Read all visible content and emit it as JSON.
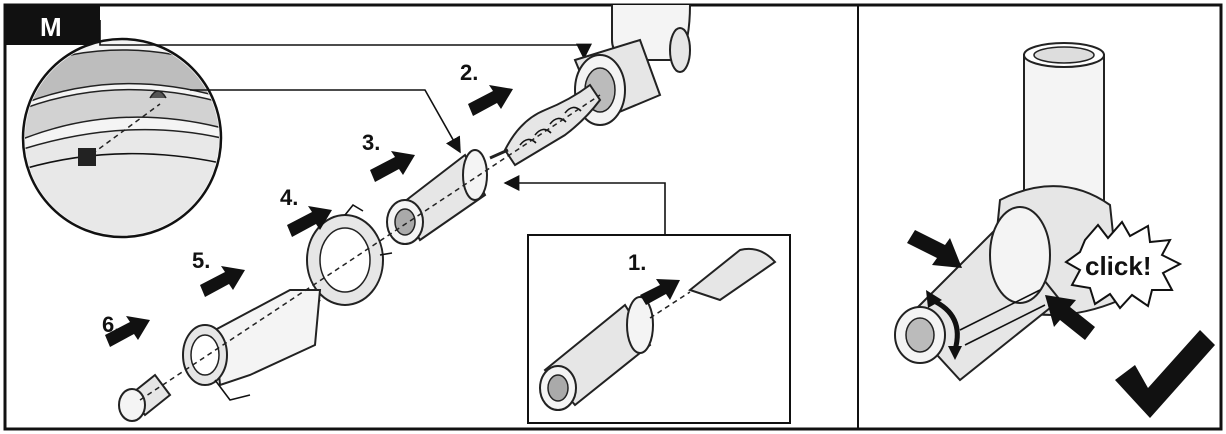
{
  "panel": {
    "tag_label": "M",
    "steps": [
      "1.",
      "2.",
      "3.",
      "4.",
      "5.",
      "6."
    ],
    "click_label": "click!"
  },
  "colors": {
    "frame": "#111111",
    "tag_bg": "#111111",
    "part_fill": "#e6e6e6"
  },
  "icons": [
    "arrow-icon",
    "checkmark-icon",
    "rotate-arrow-icon",
    "zoom-detail"
  ]
}
